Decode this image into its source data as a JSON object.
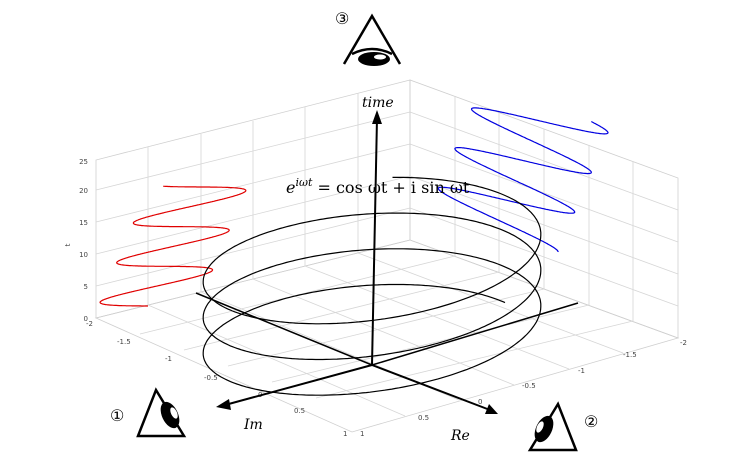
{
  "axes": {
    "time_label": "time",
    "im_label": "Im",
    "re_label": "Re",
    "t_label": "t",
    "t_ticks": [
      "0",
      "5",
      "10",
      "15",
      "20",
      "25"
    ],
    "im_ticks": [
      "-2",
      "-1.5",
      "-1",
      "-0.5",
      "0",
      "0.5",
      "1"
    ],
    "re_ticks": [
      "1",
      "0.5",
      "0",
      "-0.5",
      "-1",
      "-1.5",
      "-2"
    ]
  },
  "equation": "e^{iωt} = cos ωt + i sin ωt",
  "viewpoints": [
    {
      "label": "③"
    },
    {
      "label": "①"
    },
    {
      "label": "②"
    }
  ],
  "colors": {
    "helix": "#000000",
    "left_projection": "#e00000",
    "right_projection": "#0000e0",
    "grid": "#d0d0d0"
  }
}
